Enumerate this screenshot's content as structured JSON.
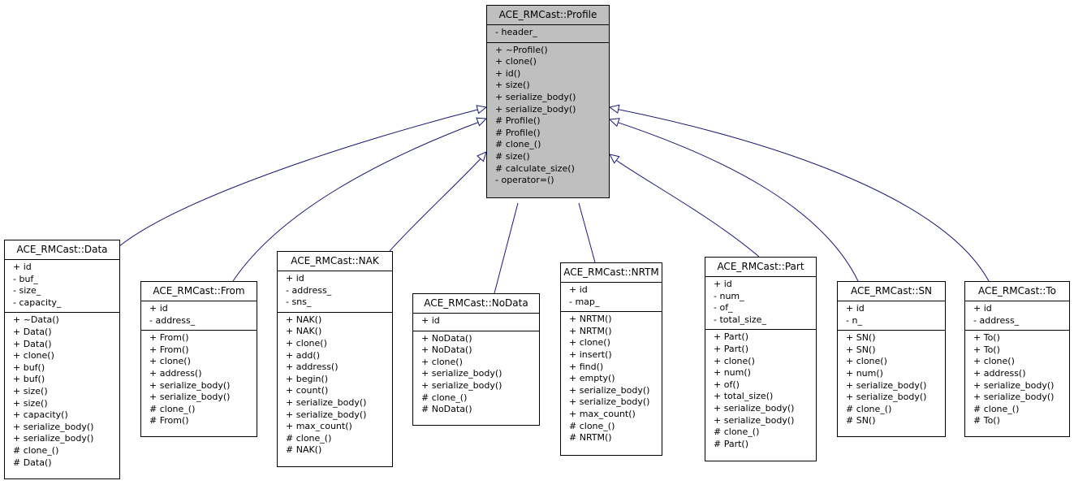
{
  "base": {
    "name": "ACE_RMCast::Profile",
    "attributes": [
      "- header_"
    ],
    "operations": [
      "+ ~Profile()",
      "+ clone()",
      "+ id()",
      "+ size()",
      "+ serialize_body()",
      "+ serialize_body()",
      "# Profile()",
      "# Profile()",
      "# clone_()",
      "# size()",
      "# calculate_size()",
      "- operator=()"
    ]
  },
  "subclasses": [
    {
      "key": "data",
      "name": "ACE_RMCast::Data",
      "attributes": [
        "+ id",
        "- buf_",
        "- size_",
        "- capacity_"
      ],
      "operations": [
        "+ ~Data()",
        "+ Data()",
        "+ Data()",
        "+ clone()",
        "+ buf()",
        "+ buf()",
        "+ size()",
        "+ size()",
        "+ capacity()",
        "+ serialize_body()",
        "+ serialize_body()",
        "# clone_()",
        "# Data()"
      ]
    },
    {
      "key": "from",
      "name": "ACE_RMCast::From",
      "attributes": [
        "+ id",
        "- address_"
      ],
      "operations": [
        "+ From()",
        "+ From()",
        "+ clone()",
        "+ address()",
        "+ serialize_body()",
        "+ serialize_body()",
        "# clone_()",
        "# From()"
      ]
    },
    {
      "key": "nak",
      "name": "ACE_RMCast::NAK",
      "attributes": [
        "+ id",
        "- address_",
        "- sns_"
      ],
      "operations": [
        "+ NAK()",
        "+ NAK()",
        "+ clone()",
        "+ add()",
        "+ address()",
        "+ begin()",
        "+ count()",
        "+ serialize_body()",
        "+ serialize_body()",
        "+ max_count()",
        "# clone_()",
        "# NAK()"
      ]
    },
    {
      "key": "nodata",
      "name": "ACE_RMCast::NoData",
      "attributes": [
        "+ id"
      ],
      "operations": [
        "+ NoData()",
        "+ NoData()",
        "+ clone()",
        "+ serialize_body()",
        "+ serialize_body()",
        "# clone_()",
        "# NoData()"
      ]
    },
    {
      "key": "nrtm",
      "name": "ACE_RMCast::NRTM",
      "attributes": [
        "+ id",
        "- map_"
      ],
      "operations": [
        "+ NRTM()",
        "+ NRTM()",
        "+ clone()",
        "+ insert()",
        "+ find()",
        "+ empty()",
        "+ serialize_body()",
        "+ serialize_body()",
        "+ max_count()",
        "# clone_()",
        "# NRTM()"
      ]
    },
    {
      "key": "part",
      "name": "ACE_RMCast::Part",
      "attributes": [
        "+ id",
        "- num_",
        "- of_",
        "- total_size_"
      ],
      "operations": [
        "+ Part()",
        "+ Part()",
        "+ clone()",
        "+ num()",
        "+ of()",
        "+ total_size()",
        "+ serialize_body()",
        "+ serialize_body()",
        "# clone_()",
        "# Part()"
      ]
    },
    {
      "key": "sn",
      "name": "ACE_RMCast::SN",
      "attributes": [
        "+ id",
        "- n_"
      ],
      "operations": [
        "+ SN()",
        "+ SN()",
        "+ clone()",
        "+ num()",
        "+ serialize_body()",
        "+ serialize_body()",
        "# clone_()",
        "# SN()"
      ]
    },
    {
      "key": "to",
      "name": "ACE_RMCast::To",
      "attributes": [
        "+ id",
        "- address_"
      ],
      "operations": [
        "+ To()",
        "+ To()",
        "+ clone()",
        "+ address()",
        "+ serialize_body()",
        "+ serialize_body()",
        "# clone_()",
        "# To()"
      ]
    }
  ],
  "colors": {
    "edge": "#191970",
    "base_fill": "#bfbfbf",
    "box_fill": "#ffffff",
    "border": "#000000"
  }
}
